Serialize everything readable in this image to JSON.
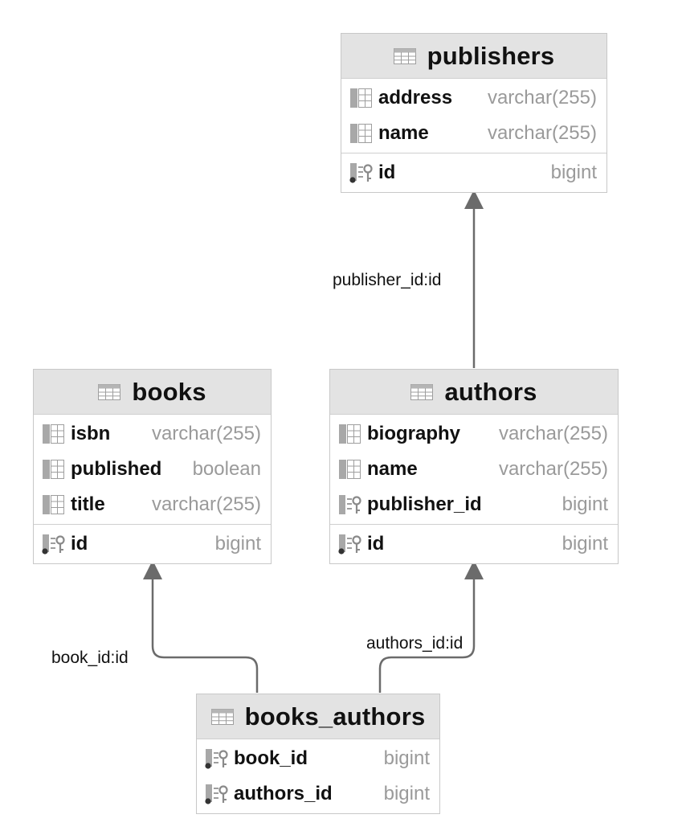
{
  "tables": {
    "publishers": {
      "name": "publishers",
      "columns": [
        {
          "name": "address",
          "type": "varchar(255)",
          "kind": "column"
        },
        {
          "name": "name",
          "type": "varchar(255)",
          "kind": "column"
        }
      ],
      "keys": [
        {
          "name": "id",
          "type": "bigint",
          "kind": "primary-key"
        }
      ]
    },
    "books": {
      "name": "books",
      "columns": [
        {
          "name": "isbn",
          "type": "varchar(255)",
          "kind": "column"
        },
        {
          "name": "published",
          "type": "boolean",
          "kind": "column"
        },
        {
          "name": "title",
          "type": "varchar(255)",
          "kind": "column"
        }
      ],
      "keys": [
        {
          "name": "id",
          "type": "bigint",
          "kind": "primary-key"
        }
      ]
    },
    "authors": {
      "name": "authors",
      "columns": [
        {
          "name": "biography",
          "type": "varchar(255)",
          "kind": "column"
        },
        {
          "name": "name",
          "type": "varchar(255)",
          "kind": "column"
        },
        {
          "name": "publisher_id",
          "type": "bigint",
          "kind": "foreign-key"
        }
      ],
      "keys": [
        {
          "name": "id",
          "type": "bigint",
          "kind": "primary-key"
        }
      ]
    },
    "books_authors": {
      "name": "books_authors",
      "columns": [],
      "keys": [
        {
          "name": "book_id",
          "type": "bigint",
          "kind": "primary-key"
        },
        {
          "name": "authors_id",
          "type": "bigint",
          "kind": "primary-key"
        }
      ]
    }
  },
  "relations": {
    "authors_publishers": "publisher_id:id",
    "books_authors_books": "book_id:id",
    "books_authors_authors": "authors_id:id"
  },
  "colors": {
    "header_bg": "#e3e3e3",
    "border": "#c8c8c8",
    "edge": "#6b6b6b",
    "type_text": "#9a9a9a",
    "name_text": "#111111"
  }
}
